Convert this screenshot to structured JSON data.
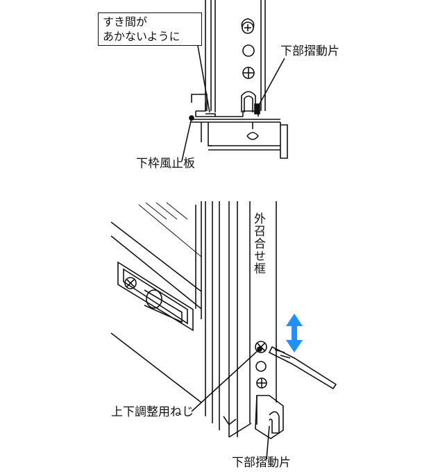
{
  "top_figure": {
    "callout_line1": "すき間が",
    "callout_line2": "あかないように",
    "label_slide_piece": "下部摺動片",
    "label_wind_stop": "下枠風止板"
  },
  "bottom_figure": {
    "label_frame": "外召合せ框",
    "label_screw": "上下調整用ねじ",
    "label_slide_piece": "下部摺動片"
  },
  "colors": {
    "line": "#111111",
    "arrow": "#1e90ff"
  }
}
